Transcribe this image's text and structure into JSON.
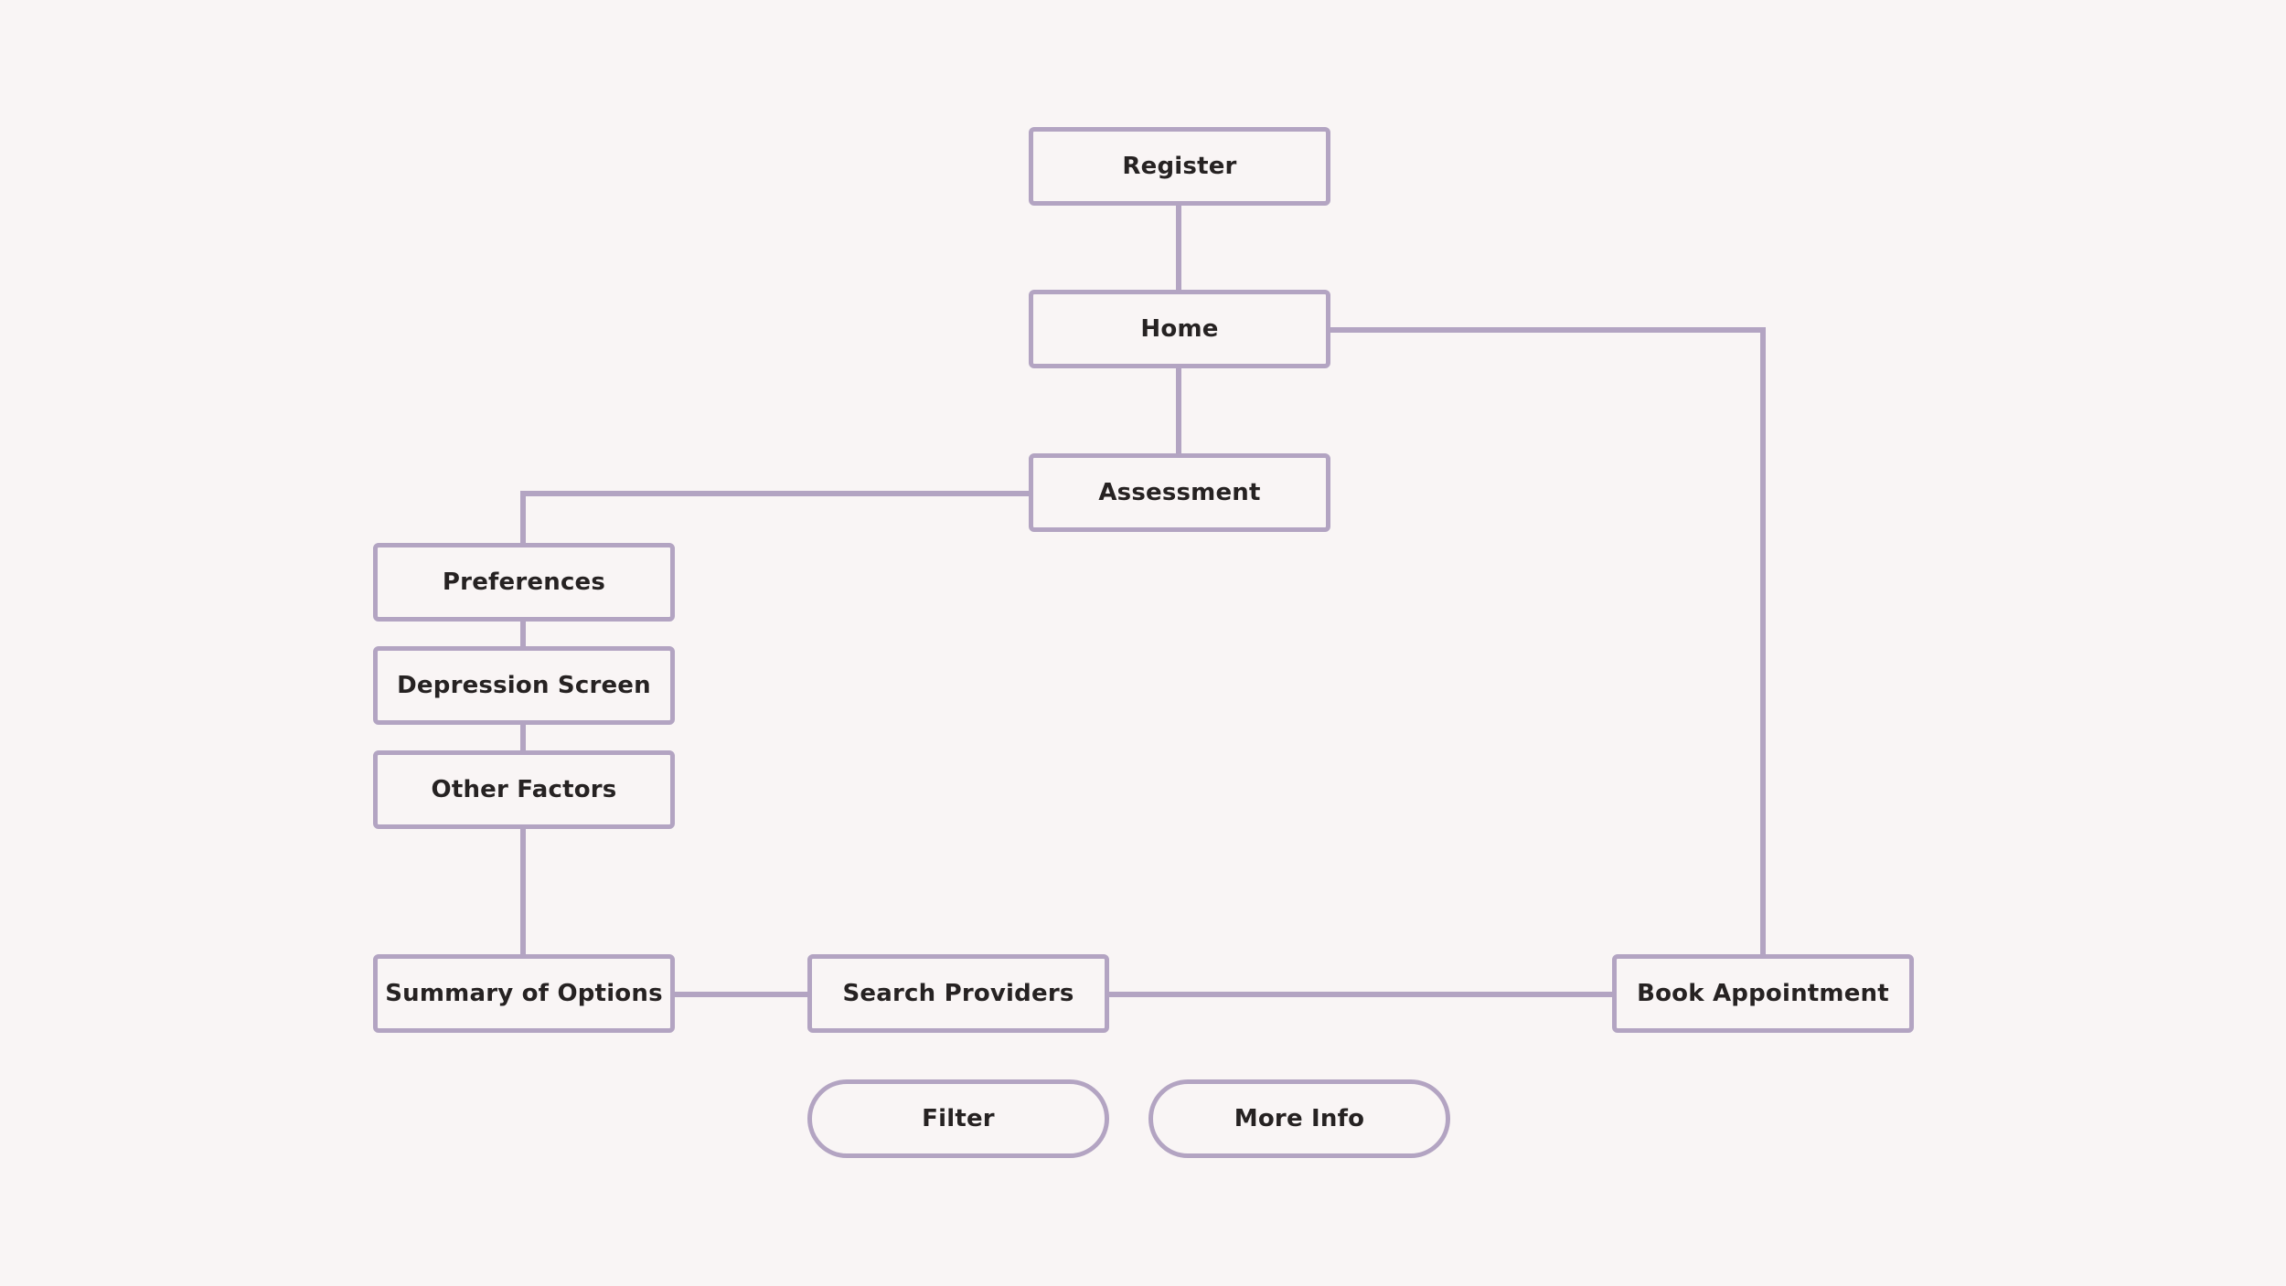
{
  "diagram": {
    "nodes": {
      "register": "Register",
      "home": "Home",
      "assessment": "Assessment",
      "preferences": "Preferences",
      "depression_screen": "Depression Screen",
      "other_factors": "Other Factors",
      "summary_of_options": "Summary of Options",
      "search_providers": "Search Providers",
      "book_appointment": "Book Appointment"
    },
    "actions": {
      "filter": "Filter",
      "more_info": "More Info"
    },
    "edges": [
      [
        "register",
        "home"
      ],
      [
        "home",
        "assessment"
      ],
      [
        "home",
        "book_appointment"
      ],
      [
        "assessment",
        "preferences"
      ],
      [
        "preferences",
        "depression_screen"
      ],
      [
        "depression_screen",
        "other_factors"
      ],
      [
        "other_factors",
        "summary_of_options"
      ],
      [
        "summary_of_options",
        "search_providers"
      ],
      [
        "search_providers",
        "book_appointment"
      ]
    ]
  },
  "colors": {
    "background": "#f9f5f5",
    "border": "#b3a4c2",
    "text": "#262222"
  }
}
